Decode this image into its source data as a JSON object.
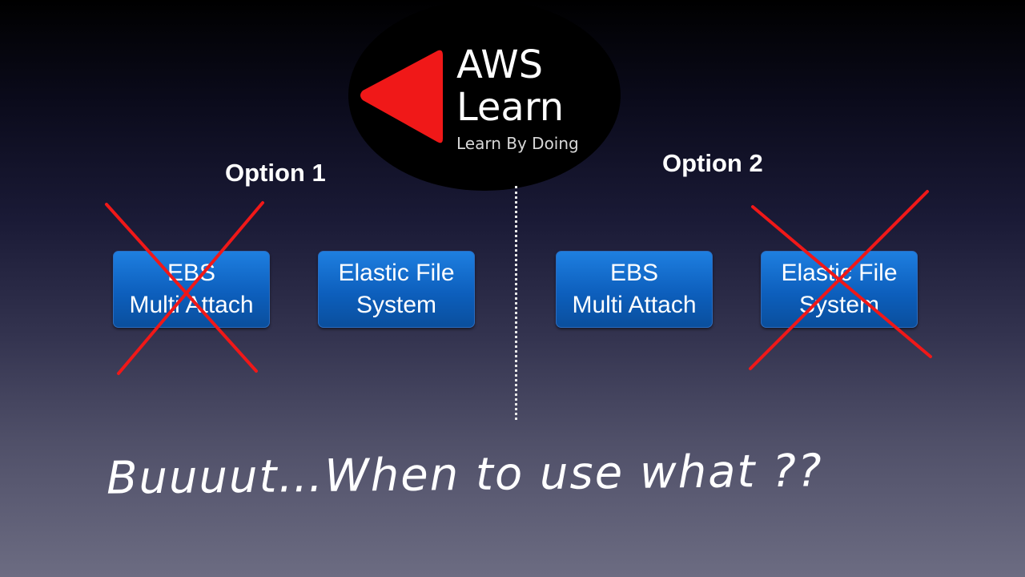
{
  "logo": {
    "title_line1": "AWS",
    "title_line2": "Learn",
    "tagline": "Learn By Doing",
    "icon": "red-play-triangle-icon"
  },
  "options": [
    {
      "label": "Option 1"
    },
    {
      "label": "Option 2"
    }
  ],
  "boxes": [
    {
      "label": "EBS\nMulti Attach",
      "crossed": true
    },
    {
      "label": "Elastic File\nSystem",
      "crossed": false
    },
    {
      "label": "EBS\nMulti Attach",
      "crossed": false
    },
    {
      "label": "Elastic File\nSystem",
      "crossed": true
    }
  ],
  "caption": "Buuuut…When to use what ??",
  "colors": {
    "accent_red": "#f01818",
    "box_blue": "#0d5fbd"
  }
}
